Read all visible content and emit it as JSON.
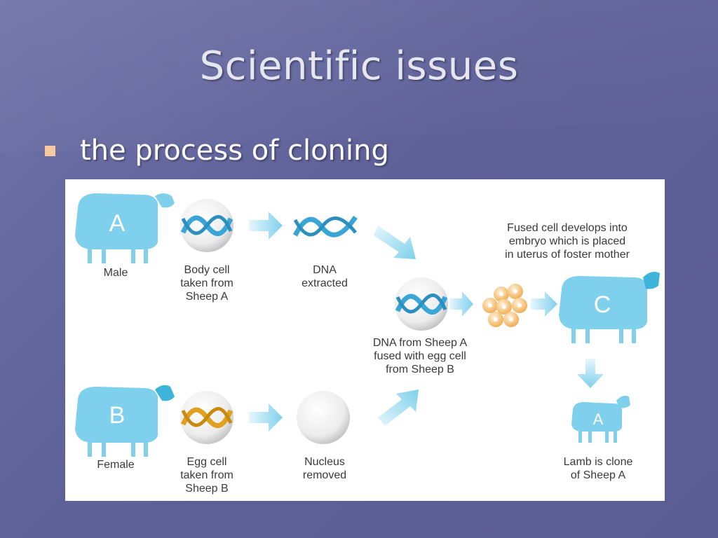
{
  "slide": {
    "title": "Scientific issues",
    "bullet": "the process of cloning"
  },
  "diagram": {
    "sheep_a_letter": "A",
    "sheep_b_letter": "B",
    "sheep_c_letter": "C",
    "lamb_letter": "A",
    "labels": {
      "male": "Male",
      "female": "Female",
      "body_cell": "Body cell\ntaken from\nSheep A",
      "dna_extracted": "DNA\nextracted",
      "egg_cell": "Egg cell\ntaken from\nSheep B",
      "nucleus_removed": "Nucleus\nremoved",
      "fused": "DNA from Sheep A\nfused with egg cell\nfrom Sheep B",
      "fused_develops": "Fused cell develops into\nembryo which is placed\nin uterus of foster mother",
      "lamb_clone": "Lamb is clone\nof Sheep A"
    },
    "colors": {
      "sheep": "#7fd0ec",
      "sheep_head": "#4db8dc",
      "arrow": "#8fd6f0",
      "dna_blue": "#3aa6d6",
      "dna_gold": "#e0a020",
      "embryo": "#f3b25a"
    }
  }
}
